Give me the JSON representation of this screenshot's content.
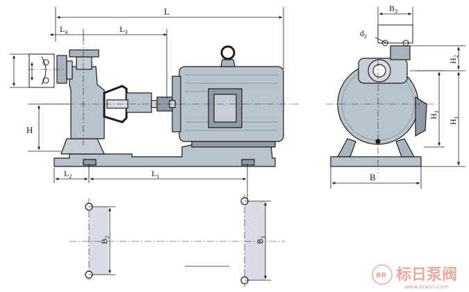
{
  "labels": {
    "L": "L",
    "L4": {
      "base": "L",
      "sub": "4"
    },
    "L3": {
      "base": "L",
      "sub": "3"
    },
    "L2": {
      "base": "L",
      "sub": "2"
    },
    "L1": {
      "base": "L",
      "sub": "1"
    },
    "H": "H",
    "B3": {
      "base": "B",
      "sub": "3"
    },
    "d2": {
      "base": "d",
      "sub": "2"
    },
    "H2": {
      "base": "H",
      "sub": "2"
    },
    "H3": {
      "base": "H",
      "sub": "3"
    },
    "H1": {
      "base": "H",
      "sub": "1"
    },
    "B": "B",
    "B2": {
      "base": "B",
      "sub": "2"
    },
    "B1": {
      "base": "B",
      "sub": "1"
    }
  },
  "watermark": {
    "logo_text": "BR",
    "brand": "标日泵阀",
    "url": "www.biaori.com",
    "color": "#e7a9a2"
  },
  "colors": {
    "body": "#b9c3cc",
    "body_dark": "#8e9aa5",
    "shade": "#d7dde3",
    "line": "#1a1a1a"
  }
}
